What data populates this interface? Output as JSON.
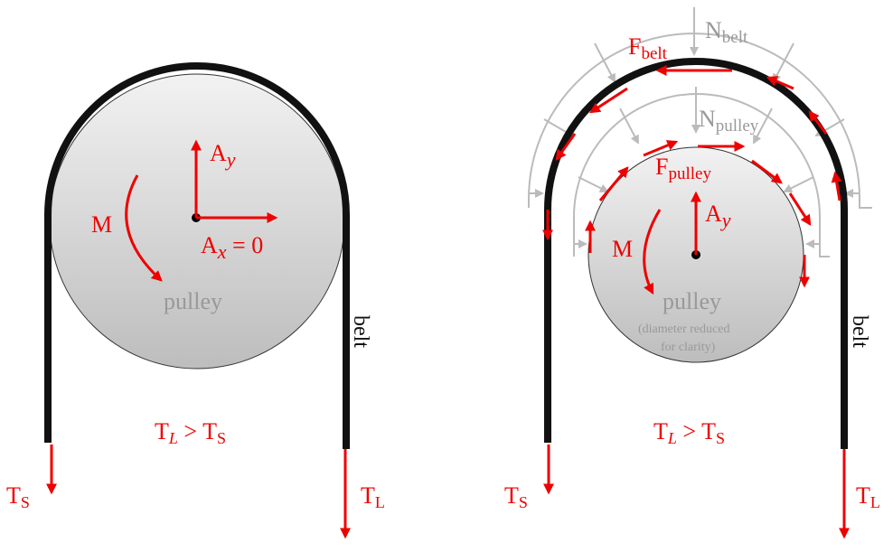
{
  "left": {
    "moment_label": "M",
    "ay_label": {
      "base": "A",
      "sub": "y"
    },
    "ax_label": {
      "base": "A",
      "sub": "x",
      "rest": " = 0"
    },
    "pulley_label": "pulley",
    "belt_label": "belt",
    "ts_label": {
      "base": "T",
      "sub": "S"
    },
    "tl_label": {
      "base": "T",
      "sub": "L"
    },
    "relation": {
      "a": "T",
      "a_sub": "L",
      "op": " > ",
      "b": "T",
      "b_sub": "S"
    }
  },
  "right": {
    "f_belt_label": {
      "base": "F",
      "sub": "belt"
    },
    "n_belt_label": {
      "base": "N",
      "sub": "belt"
    },
    "n_pulley_label": {
      "base": "N",
      "sub": "pulley"
    },
    "f_pulley_label": {
      "base": "F",
      "sub": "pulley"
    },
    "ay_label": {
      "base": "A",
      "sub": "y"
    },
    "moment_label": "M",
    "pulley_label": "pulley",
    "note_line1": "(diameter reduced",
    "note_line2": "for clarity)",
    "belt_label": "belt",
    "ts_label": {
      "base": "T",
      "sub": "S"
    },
    "tl_label": {
      "base": "T",
      "sub": "L"
    },
    "relation": {
      "a": "T",
      "a_sub": "L",
      "op": " > ",
      "b": "T",
      "b_sub": "S"
    }
  },
  "colors": {
    "force_red": "#ee0000",
    "belt_black": "#111111",
    "normal_gray": "#bbbbbb",
    "label_gray": "#999999",
    "pulley_light": "#f2f2f2",
    "pulley_dark": "#bdbdbd"
  }
}
